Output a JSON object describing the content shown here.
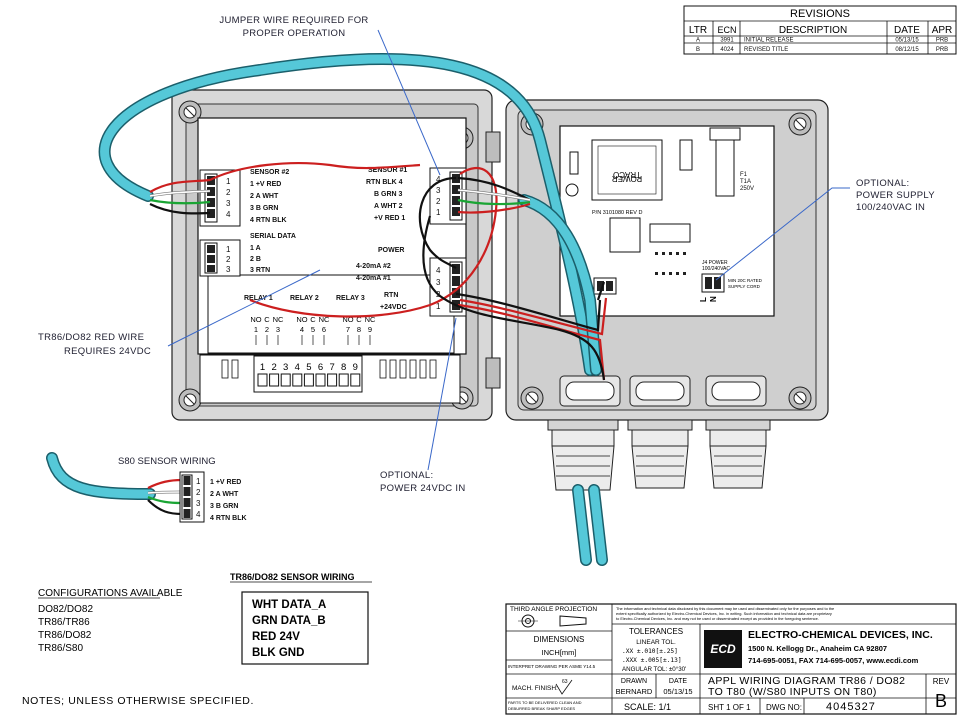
{
  "revisions": {
    "title": "REVISIONS",
    "headers": [
      "LTR",
      "ECN",
      "DESCRIPTION",
      "DATE",
      "APR"
    ],
    "rows": [
      [
        "A",
        "3991",
        "INITIAL RELEASE",
        "05/13/15",
        "PRB"
      ],
      [
        "B",
        "4024",
        "REVISED TITLE",
        "08/12/15",
        "PRB"
      ]
    ]
  },
  "callouts": {
    "jumper": [
      "JUMPER WIRE REQUIRED FOR",
      "PROPER OPERATION"
    ],
    "power_supply": [
      "OPTIONAL:",
      "POWER SUPPLY",
      "100/240VAC IN"
    ],
    "red_wire": [
      "TR86/DO82 RED WIRE",
      "REQUIRES 24VDC"
    ],
    "power24": [
      "OPTIONAL:",
      "POWER 24VDC IN"
    ]
  },
  "board": {
    "sensor2_title": "SENSOR #2",
    "sensor2_terms": [
      "1 +V RED",
      "2 A WHT",
      "3 B GRN",
      "4 RTN BLK"
    ],
    "serial_title": "SERIAL DATA",
    "serial_terms": [
      "1 A",
      "2 B",
      "3 RTN"
    ],
    "sensor1_title": "SENSOR #1",
    "sensor1_terms": [
      "RTN BLK 4",
      "B GRN 3",
      "A WHT 2",
      "+V RED 1"
    ],
    "power_title": "POWER",
    "power_terms": [
      "4-20mA #2",
      "4-20mA #1",
      "RTN",
      "+24VDC"
    ],
    "relay_titles": [
      "RELAY 1",
      "RELAY 2",
      "RELAY 3"
    ],
    "relay_pins": [
      "NO",
      "C",
      "NC"
    ],
    "relay_numbers": [
      "1",
      "2",
      "3",
      "4",
      "5",
      "6",
      "7",
      "8",
      "9"
    ]
  },
  "psu": {
    "module": [
      "TRACO",
      "POWER"
    ],
    "part": "P/N 3101080 REV D",
    "fuse": [
      "F1",
      "T1A",
      "250V"
    ],
    "ac_label": [
      "J4 POWER",
      "100/240VAC"
    ],
    "ac_note": [
      "MIN 20C RATED",
      "SUPPLY CORD"
    ],
    "pins": [
      "L",
      "N"
    ]
  },
  "s80": {
    "title": "S80 SENSOR WIRING",
    "terms": [
      "1 +V RED",
      "2 A WHT",
      "3 B GRN",
      "4 RTN BLK"
    ]
  },
  "configs": {
    "title": "CONFIGURATIONS AVAILABLE",
    "items": [
      "DO82/DO82",
      "TR86/TR86",
      "TR86/DO82",
      "TR86/S80"
    ]
  },
  "sensor_wiring": {
    "title": "TR86/DO82 SENSOR WIRING",
    "items": [
      "WHT DATA_A",
      "GRN DATA_B",
      "RED 24V",
      "BLK GND"
    ]
  },
  "notes": "NOTES; UNLESS OTHERWISE SPECIFIED.",
  "title_block": {
    "projection": "THIRD ANGLE PROJECTION",
    "dimensions": "DIMENSIONS",
    "units": "INCH[mm]",
    "standard": "INTERPRET DRAWING PER ASME Y14.5",
    "finish": "MACH. FINISH:",
    "finish_value": "63",
    "deburr": [
      "PARTS TO BE DELIVERED CLEAN AND",
      "DEBURRED BREAK SHARP EDGES"
    ],
    "confidential": [
      "The information and technical data disclosed by this document may be used and disseminated only for the purposes and to the",
      "extent specifically authorized by Electro-Chemical Devices, Inc. in writing. Such information and technical data are proprietary",
      "to Electro-Chemical Devices, Inc. and may not be used or disseminated except as provided in the foregoing sentence."
    ],
    "tolerances": "TOLERANCES",
    "linear": "LINEAR TOL.",
    "tol_rows": [
      ".XX    ±.010[±.25]",
      ".XXX   ±.005[±.13]"
    ],
    "angular": "ANGULAR TOL: ±0°30'",
    "company": "ELECTRO-CHEMICAL DEVICES, INC.",
    "address": "1500 N. Kellogg Dr., Anaheim CA 92807",
    "phone": "714-695-0051, FAX 714-695-0057, www.ecdi.com",
    "logo": "ECD",
    "drawn_label": "DRAWN",
    "drawn_value": "BERNARD",
    "date_label": "DATE",
    "date_value": "05/13/15",
    "title_line1": "APPL WIRING DIAGRAM TR86 / DO82",
    "title_line2": "TO T80 (W/S80 INPUTS ON T80)",
    "rev_label": "REV",
    "rev_value": "B",
    "scale": "SCALE:  1/1",
    "sheet": "SHT 1 OF 1",
    "dwg_label": "DWG NO:",
    "dwg_value": "4045327"
  }
}
